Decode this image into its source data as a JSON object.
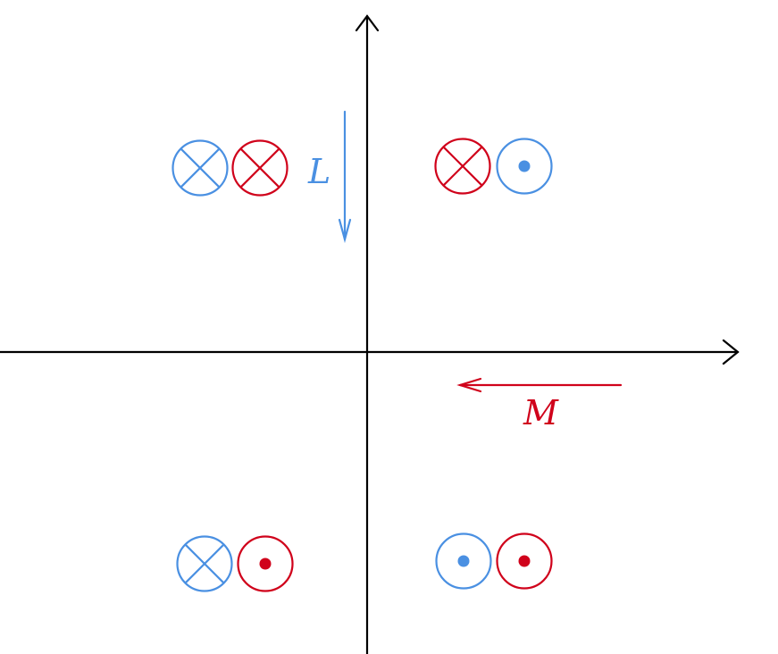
{
  "colors": {
    "axis": "#000000",
    "blue": "#4a90e2",
    "red": "#d0021b",
    "background": "#ffffff"
  },
  "labels": {
    "L": "L",
    "M": "M"
  },
  "arrows": {
    "L": {
      "color": "blue",
      "direction": "down"
    },
    "M": {
      "color": "red",
      "direction": "left"
    }
  },
  "quadrants": {
    "top_left": [
      {
        "color": "blue",
        "symbol": "cross",
        "meaning": "into-page"
      },
      {
        "color": "red",
        "symbol": "cross",
        "meaning": "into-page"
      }
    ],
    "top_right": [
      {
        "color": "red",
        "symbol": "cross",
        "meaning": "into-page"
      },
      {
        "color": "blue",
        "symbol": "dot",
        "meaning": "out-of-page"
      }
    ],
    "bottom_left": [
      {
        "color": "blue",
        "symbol": "cross",
        "meaning": "into-page"
      },
      {
        "color": "red",
        "symbol": "dot",
        "meaning": "out-of-page"
      }
    ],
    "bottom_right": [
      {
        "color": "blue",
        "symbol": "dot",
        "meaning": "out-of-page"
      },
      {
        "color": "red",
        "symbol": "dot",
        "meaning": "out-of-page"
      }
    ]
  }
}
